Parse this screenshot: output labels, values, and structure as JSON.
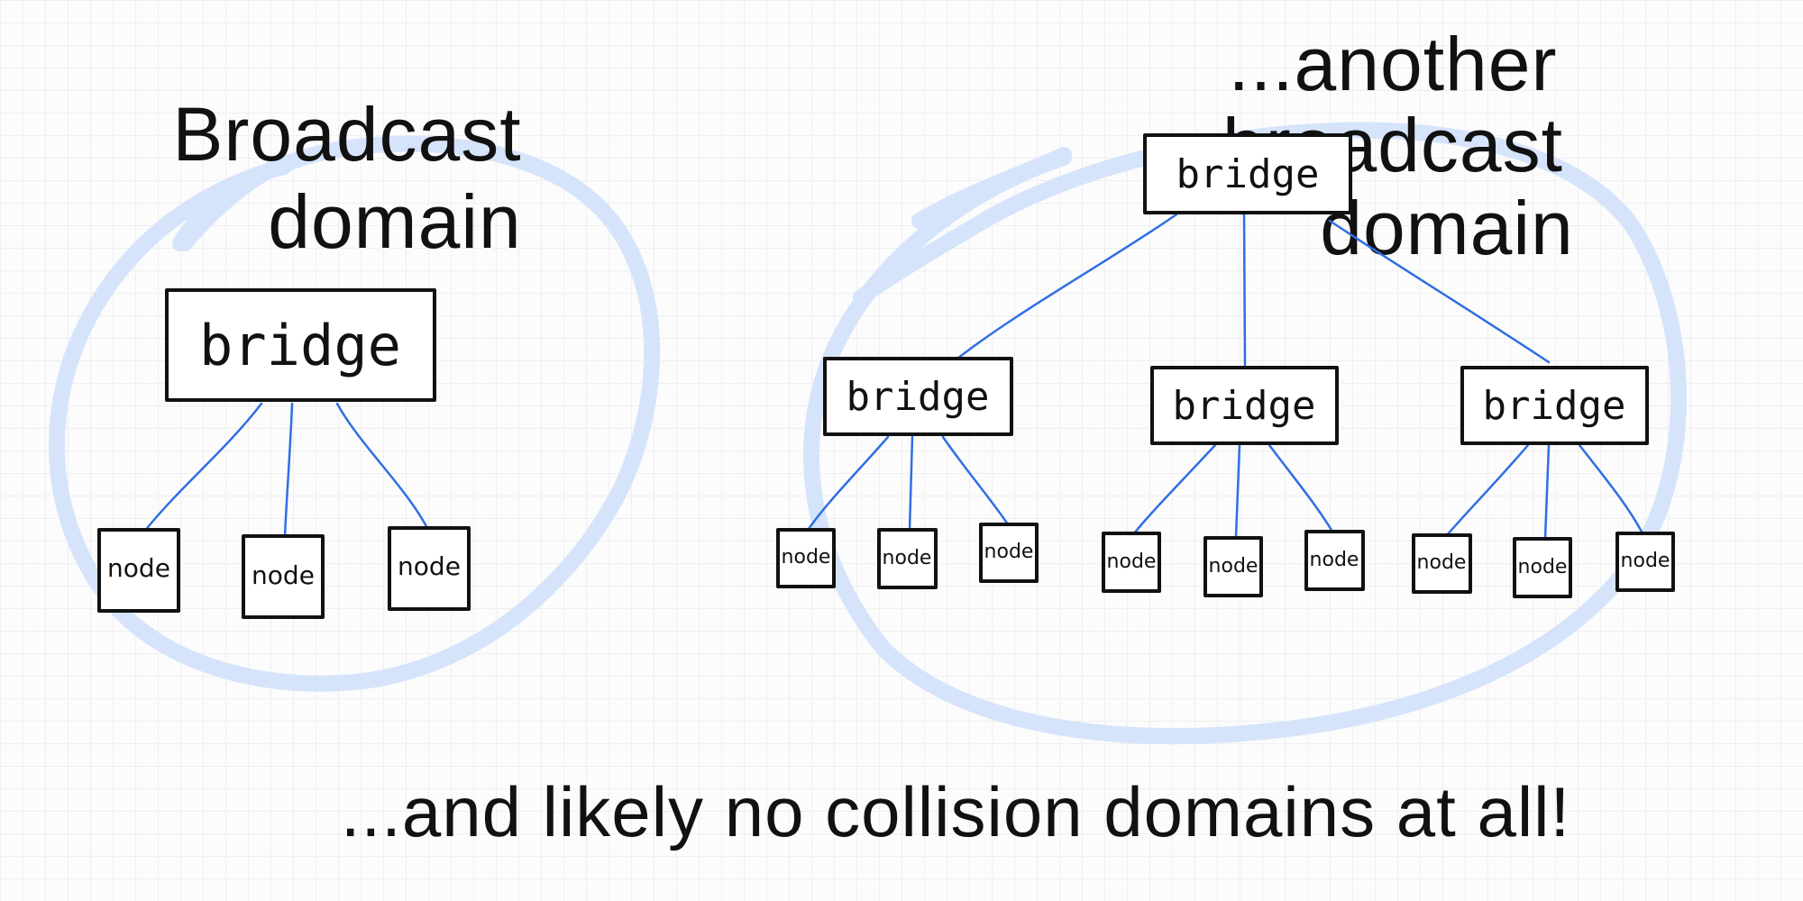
{
  "left_domain": {
    "label_lines": [
      "Broadcast",
      "domain"
    ],
    "bridge": "bridge",
    "nodes": [
      "node",
      "node",
      "node"
    ]
  },
  "right_domain": {
    "label_lines": [
      "...another",
      "broadcast",
      "domain"
    ],
    "root_bridge": "bridge",
    "groups": [
      {
        "bridge": "bridge",
        "nodes": [
          "node",
          "node",
          "node"
        ]
      },
      {
        "bridge": "bridge",
        "nodes": [
          "node",
          "node",
          "node"
        ]
      },
      {
        "bridge": "bridge",
        "nodes": [
          "node",
          "node",
          "node"
        ]
      }
    ]
  },
  "footer": "...and likely no collision domains at all!",
  "colors": {
    "link": "#2f6fe4",
    "domain_outline": "#d6e4fb",
    "box_stroke": "#111111"
  }
}
